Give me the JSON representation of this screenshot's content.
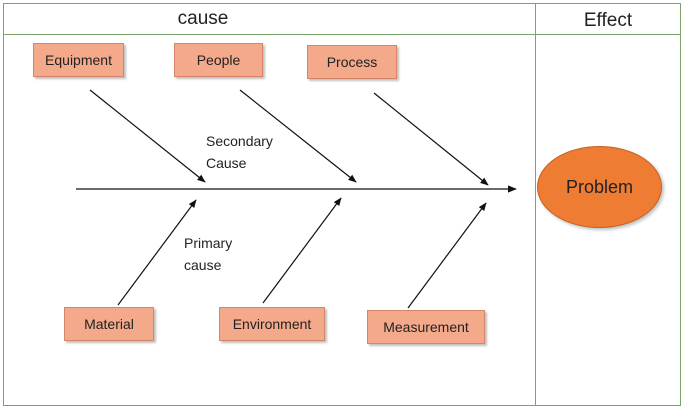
{
  "header": {
    "cause_label": "cause",
    "effect_label": "Effect"
  },
  "causes": {
    "equipment": "Equipment",
    "people": "People",
    "process": "Process",
    "material": "Material",
    "environment": "Environment",
    "measurement": "Measurement"
  },
  "annotations": {
    "secondary_line1": "Secondary",
    "secondary_line2": "Cause",
    "primary_line1": "Primary",
    "primary_line2": "cause"
  },
  "effect": {
    "problem": "Problem"
  },
  "colors": {
    "cause_box_fill": "#f4a98a",
    "problem_fill": "#ee7c33",
    "frame_border": "#7aa56a"
  }
}
